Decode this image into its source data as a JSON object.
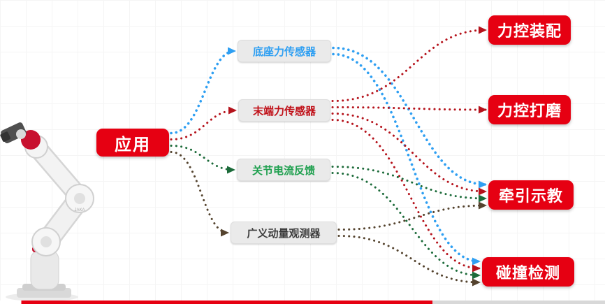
{
  "diagram": {
    "application_node": {
      "id": "app",
      "label": "应用"
    },
    "methods": [
      {
        "id": "s1",
        "label": "底座力传感器",
        "text_color": "#2e9ff2"
      },
      {
        "id": "s2",
        "label": "末端力传感器",
        "text_color": "#c01018"
      },
      {
        "id": "s3",
        "label": "关节电流反馈",
        "text_color": "#1fa04f"
      },
      {
        "id": "s4",
        "label": "广义动量观测器",
        "text_color": "#3c3c3c"
      }
    ],
    "use_cases": [
      {
        "id": "t1",
        "label": "力控装配"
      },
      {
        "id": "t2",
        "label": "力控打磨"
      },
      {
        "id": "t3",
        "label": "牵引示教"
      },
      {
        "id": "t4",
        "label": "碰撞检测"
      }
    ],
    "connections": [
      {
        "from": "app",
        "to": "s1",
        "color": "#2e9ff2",
        "width": 3.6
      },
      {
        "from": "app",
        "to": "s2",
        "color": "#b5121b",
        "width": 3
      },
      {
        "from": "app",
        "to": "s3",
        "color": "#1c6b3a",
        "width": 3
      },
      {
        "from": "app",
        "to": "s4",
        "color": "#54432e",
        "width": 3
      },
      {
        "from": "s1",
        "to": "t3",
        "color": "#2e9ff2",
        "width": 3.6
      },
      {
        "from": "s1",
        "to": "t4",
        "color": "#2e9ff2",
        "width": 3.6
      },
      {
        "from": "s2",
        "to": "t1",
        "color": "#b5121b",
        "width": 3
      },
      {
        "from": "s2",
        "to": "t2",
        "color": "#b5121b",
        "width": 3
      },
      {
        "from": "s2",
        "to": "t3",
        "color": "#b5121b",
        "width": 3
      },
      {
        "from": "s2",
        "to": "t4",
        "color": "#b5121b",
        "width": 3
      },
      {
        "from": "s3",
        "to": "t3",
        "color": "#1c6b3a",
        "width": 3
      },
      {
        "from": "s3",
        "to": "t4",
        "color": "#1c6b3a",
        "width": 3
      },
      {
        "from": "s4",
        "to": "t3",
        "color": "#54432e",
        "width": 3
      },
      {
        "from": "s4",
        "to": "t4",
        "color": "#54432e",
        "width": 3
      }
    ],
    "colors": {
      "node_red": "#e60012",
      "node_red_text": "#ffffff",
      "method_box_bg": "#eaeaea",
      "accent_bar_red": "#e60012",
      "accent_bar_gray": "#d8d8d8"
    },
    "robot": {
      "brand_label": "JAKA"
    }
  }
}
